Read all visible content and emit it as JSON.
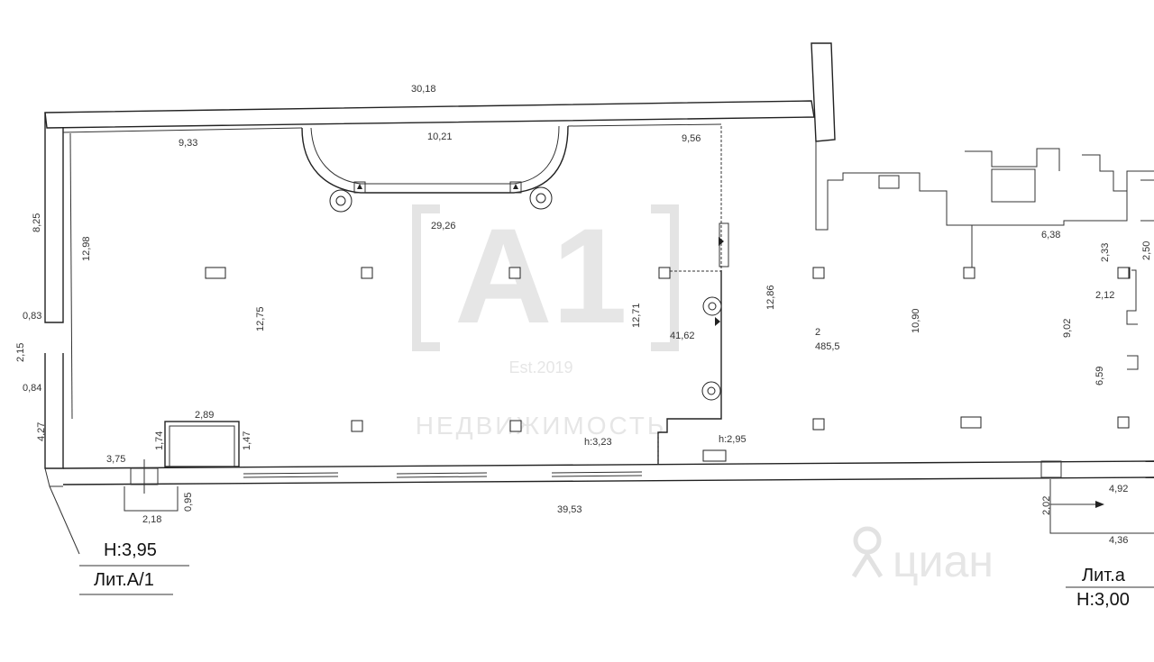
{
  "watermark": {
    "logo": "A1",
    "est": "Est.2019",
    "brand": "НЕДВИЖИМОСТЬ",
    "cian": "циан"
  },
  "titles": {
    "left_height": "Н:3,95",
    "left_lit": "Лит.А/1",
    "right_lit": "Лит.а",
    "right_height": "Н:3,00"
  },
  "rooms": {
    "room2_number": "2",
    "room2_area": "485,5",
    "room1_area": "41,62",
    "h_left": "h:3,23",
    "h_right": "h:2,95"
  },
  "dimensions": {
    "top_outer": "30,18",
    "top_left": "9,33",
    "top_mid": "10,21",
    "top_right": "9,56",
    "mid_width": "29,26",
    "left_outer_upper": "8,25",
    "left_inner": "12,98",
    "col_mid": "12,75",
    "partition": "12,71",
    "right_left": "12,86",
    "right_mid": "10,90",
    "right_right": "9,02",
    "right_lower": "6,59",
    "right_top_a": "6,38",
    "right_top_b": "2,33",
    "right_top_c": "2,50",
    "right_small": "2,12",
    "left_083": "0,83",
    "left_215": "2,15",
    "left_084": "0,84",
    "left_427": "4,27",
    "box_w": "2,89",
    "box_h1": "1,74",
    "box_h2": "1,47",
    "entry_w": "3,75",
    "step_w": "2,18",
    "step_h": "0,95",
    "bottom": "39,53",
    "porch_h": "2,02",
    "porch_top": "4,92",
    "porch_bottom": "4,36"
  }
}
